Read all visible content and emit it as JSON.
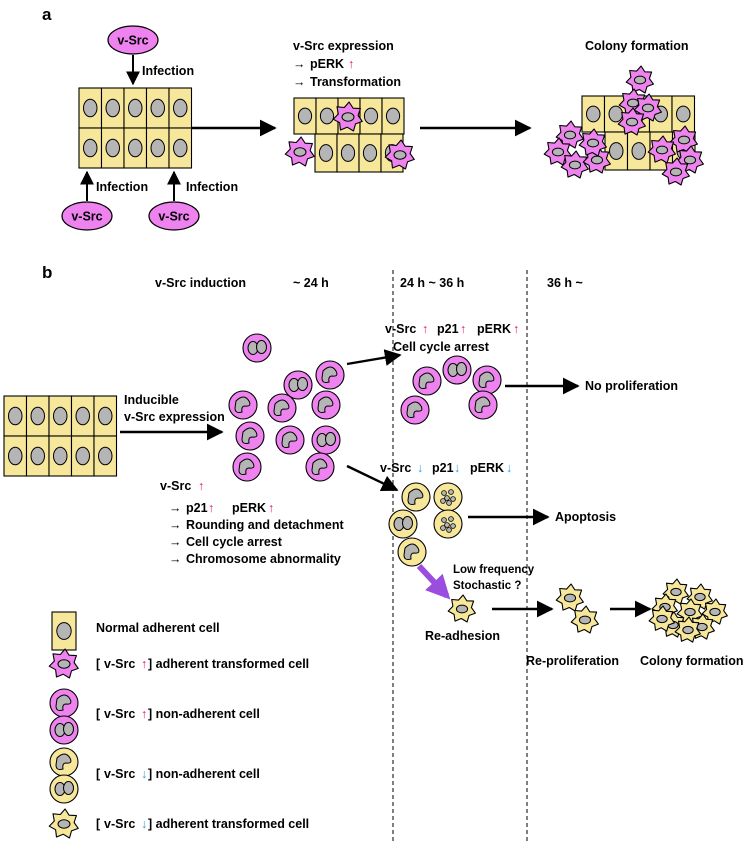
{
  "panel_a": {
    "label": "a",
    "vsrc": "v-Src",
    "infection": "Infection",
    "expression_title": "v-Src expression",
    "pERK": "pERK",
    "transformation": "Transformation",
    "colony_formation": "Colony formation",
    "arrow_glyph": "→",
    "up_glyph": "↑"
  },
  "panel_b": {
    "label": "b",
    "time_headers": [
      "v-Src induction",
      "~ 24 h",
      "24 h ~ 36 h",
      "36 h ~"
    ],
    "inducible_line1": "Inducible",
    "inducible_line2": "v-Src expression",
    "left_effects": {
      "vsrc": "v-Src",
      "p21": "p21",
      "pERK": "pERK",
      "items": [
        "Rounding and detachment",
        "Cell cycle arrest",
        "Chromosome abnormality"
      ]
    },
    "upper_branch": {
      "vsrc": "v-Src",
      "p21": "p21",
      "pERK": "pERK",
      "note": "Cell cycle arrest",
      "outcome": "No proliferation"
    },
    "lower_branch": {
      "vsrc": "v-Src",
      "p21": "p21",
      "pERK": "pERK",
      "outcome": "Apoptosis",
      "low_frequency": "Low frequency",
      "stochastic": "Stochastic ?",
      "readhesion": "Re-adhesion",
      "reproliferation": "Re-proliferation",
      "colony_formation": "Colony formation"
    }
  },
  "legend": {
    "normal": "Normal adherent cell",
    "bracket_open": "[",
    "vsrc": "v-Src",
    "adherent_transformed": "] adherent transformed cell",
    "non_adherent": "] non-adherent cell"
  },
  "colors": {
    "yellow_cell": "#f6e79a",
    "pink_cell": "#ee82ee",
    "nucleus": "#b5b5b5",
    "up_arrow": "#e8117f",
    "down_arrow": "#2b9be0",
    "purple_arrow": "#9b4de0"
  }
}
